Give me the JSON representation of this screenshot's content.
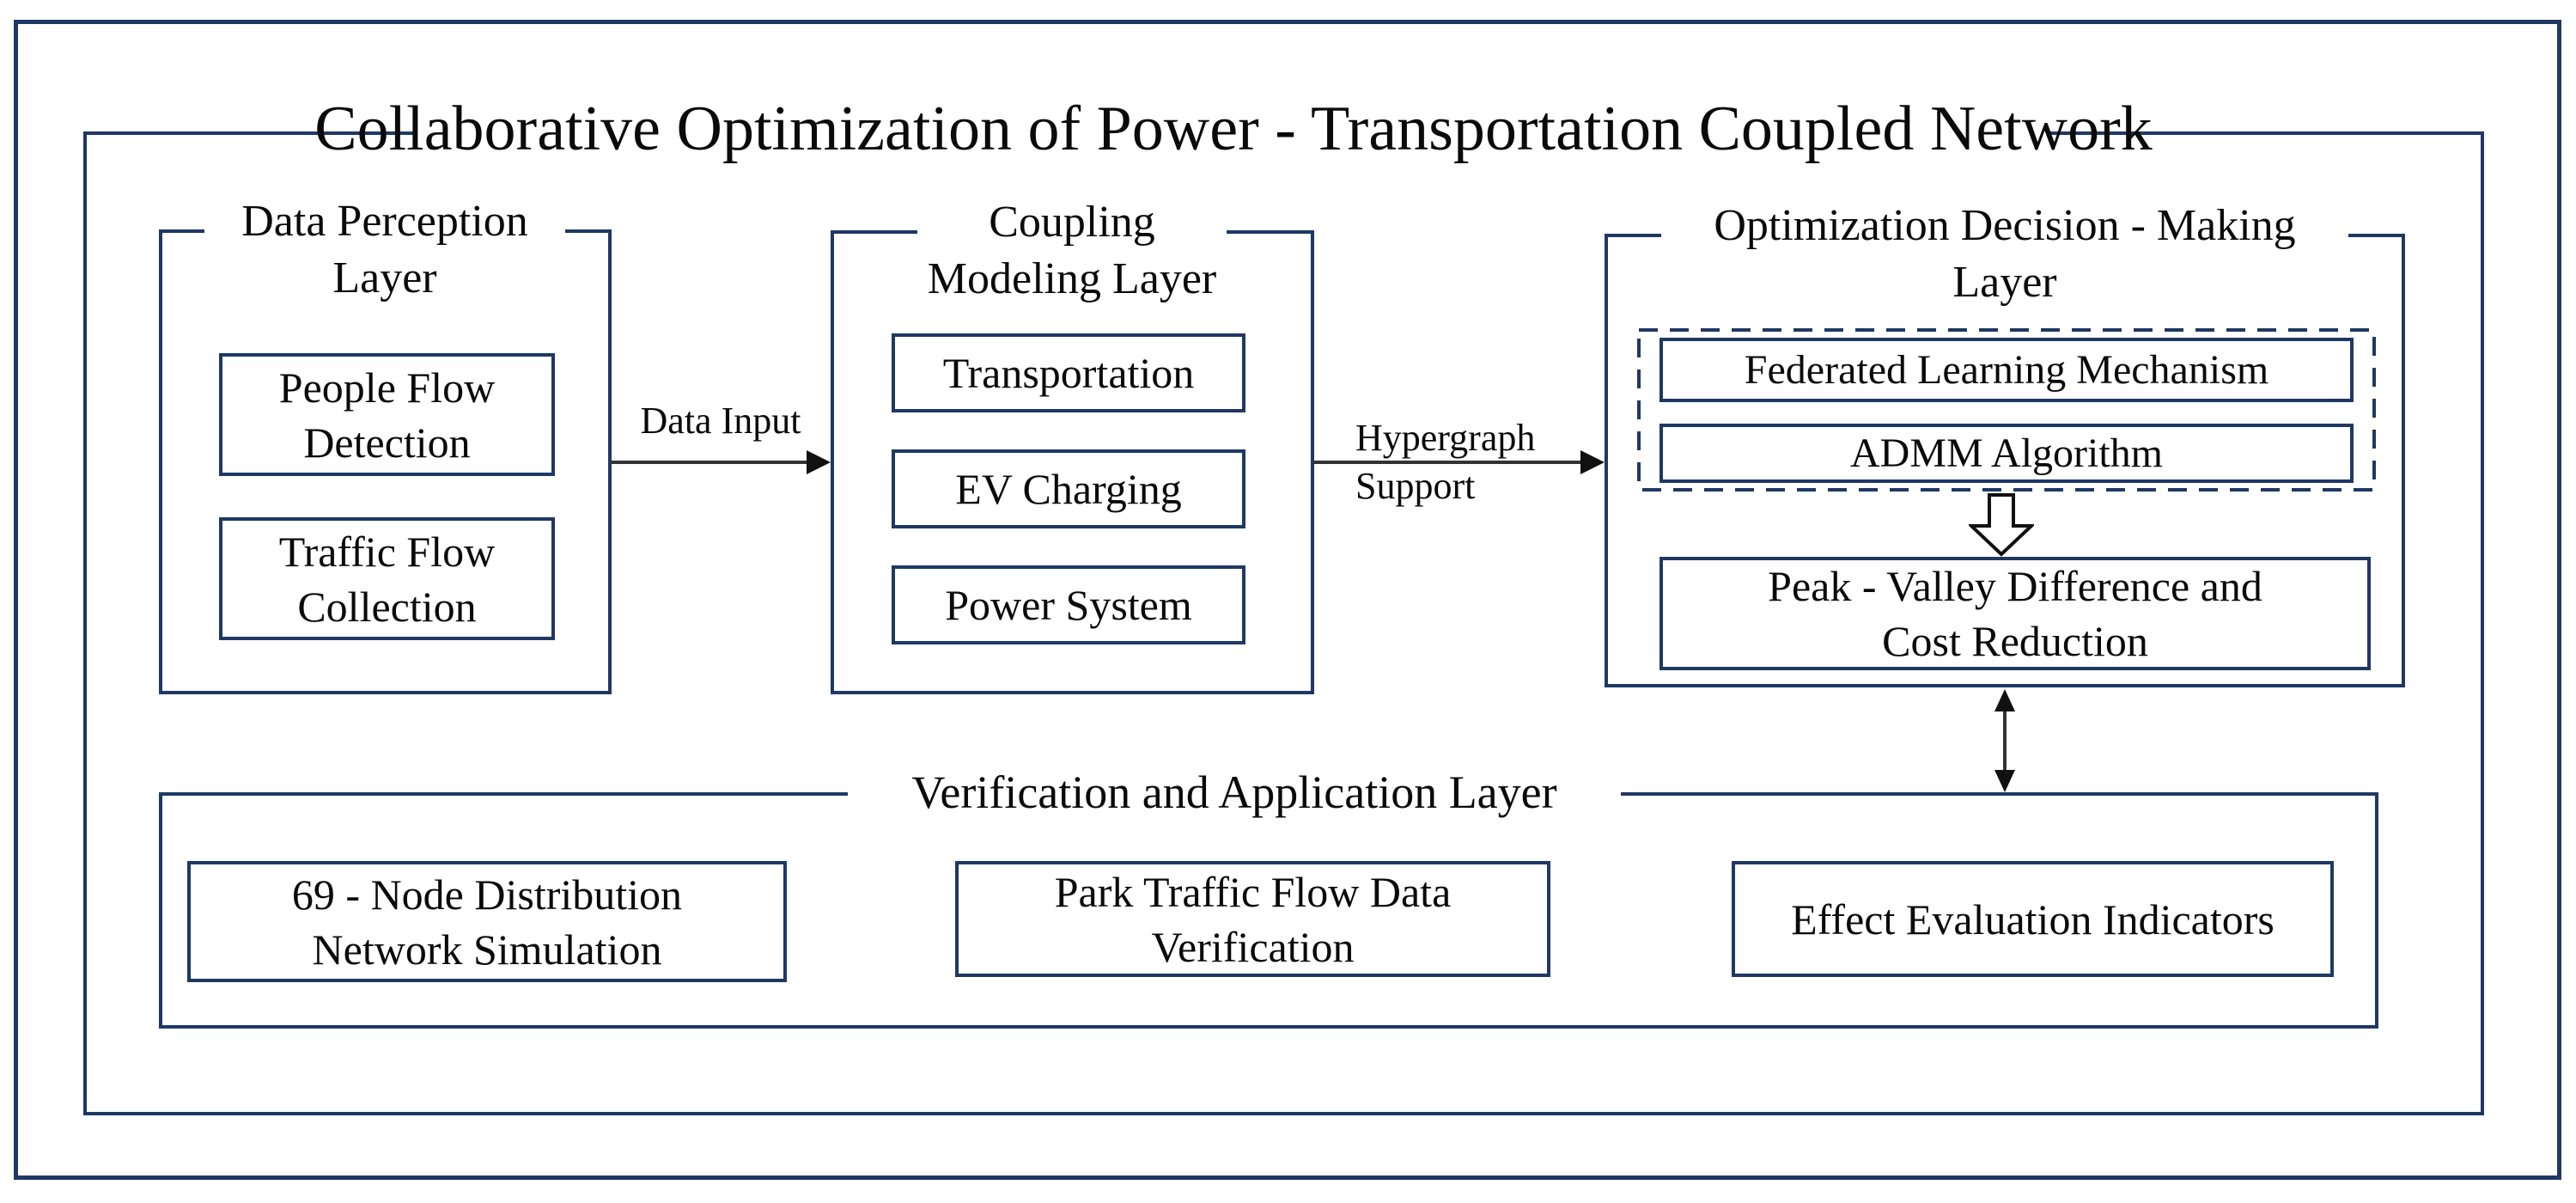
{
  "title": "Collaborative Optimization of Power - Transportation Coupled Network",
  "layers": {
    "data_perception": {
      "title": "Data Perception\nLayer",
      "boxes": [
        "People Flow\nDetection",
        "Traffic Flow\nCollection"
      ]
    },
    "coupling_modeling": {
      "title": "Coupling\nModeling Layer",
      "boxes": [
        "Transportation",
        "EV Charging",
        "Power System"
      ]
    },
    "optimization_decision": {
      "title": "Optimization Decision - Making\nLayer",
      "dashed_group_boxes": [
        "Federated Learning Mechanism",
        "ADMM Algorithm"
      ],
      "result_box": "Peak - Valley Difference and\nCost Reduction"
    },
    "verification_application": {
      "title": "Verification and Application Layer",
      "boxes": [
        "69 - Node Distribution\nNetwork Simulation",
        "Park Traffic Flow Data\nVerification",
        "Effect Evaluation Indicators"
      ]
    }
  },
  "arrows": {
    "data_input_label": "Data Input",
    "hypergraph_label": "Hypergraph\nSupport"
  },
  "colors": {
    "border_navy": "#1f3864",
    "text": "#0a0a0a",
    "arrow_line": "#333333",
    "arrow_head": "#111111"
  }
}
